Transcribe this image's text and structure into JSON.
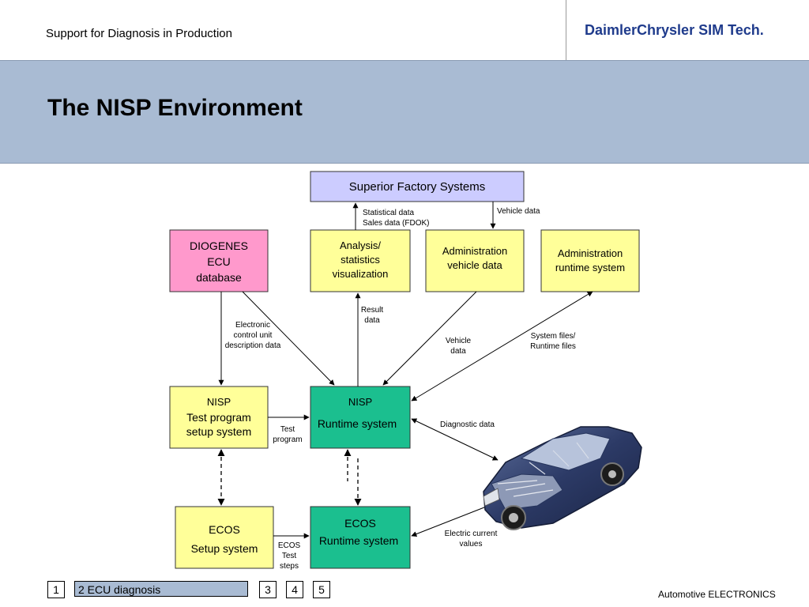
{
  "header": {
    "subtitle": "Support for Diagnosis in Production",
    "brand": "DaimlerChrysler SIM Tech."
  },
  "slide": {
    "title": "The NISP Environment"
  },
  "diagram": {
    "superior": "Superior Factory Systems",
    "diogenes": [
      "DIOGENES",
      "ECU",
      "database"
    ],
    "analysis": [
      "Analysis/",
      "statistics",
      "visualization"
    ],
    "admin_vehicle": [
      "Administration",
      "vehicle data"
    ],
    "admin_runtime": [
      "Administration",
      "runtime system"
    ],
    "nisp_setup": [
      "NISP",
      "Test program",
      "setup system"
    ],
    "nisp_runtime": [
      "NISP",
      "Runtime system"
    ],
    "ecos_setup": [
      "ECOS",
      "Setup system"
    ],
    "ecos_runtime": [
      "ECOS",
      "Runtime system"
    ],
    "label_statistical": [
      "Statistical data",
      "Sales data (FDOK)"
    ],
    "label_vehicle_data_top": "Vehicle data",
    "label_result": [
      "Result",
      "data"
    ],
    "label_electronic": [
      "Electronic",
      "control unit",
      "description data"
    ],
    "label_vehicle_mid": [
      "Vehicle",
      "data"
    ],
    "label_system_files": [
      "System files/",
      "Runtime files"
    ],
    "label_test_program": [
      "Test",
      "program"
    ],
    "label_diagnostic": "Diagnostic data",
    "label_electric": [
      "Electric current",
      "values"
    ],
    "label_ecos_steps": [
      "ECOS",
      "Test",
      "steps"
    ]
  },
  "footer": {
    "nav": [
      {
        "label": "1"
      },
      {
        "label": "2   ECU diagnosis",
        "active": true
      },
      {
        "label": "3"
      },
      {
        "label": "4"
      },
      {
        "label": "5"
      }
    ],
    "right_text": "Automotive ELECTRONICS"
  },
  "colors": {
    "title_band": "#a9bbd3",
    "superior_box": "#ccccff",
    "yellow_box": "#ffff99",
    "pink_box": "#ff99cc",
    "green_box": "#1bbf8f",
    "active_nav": "#a9bbd3",
    "brand": "#1f3b8c"
  }
}
